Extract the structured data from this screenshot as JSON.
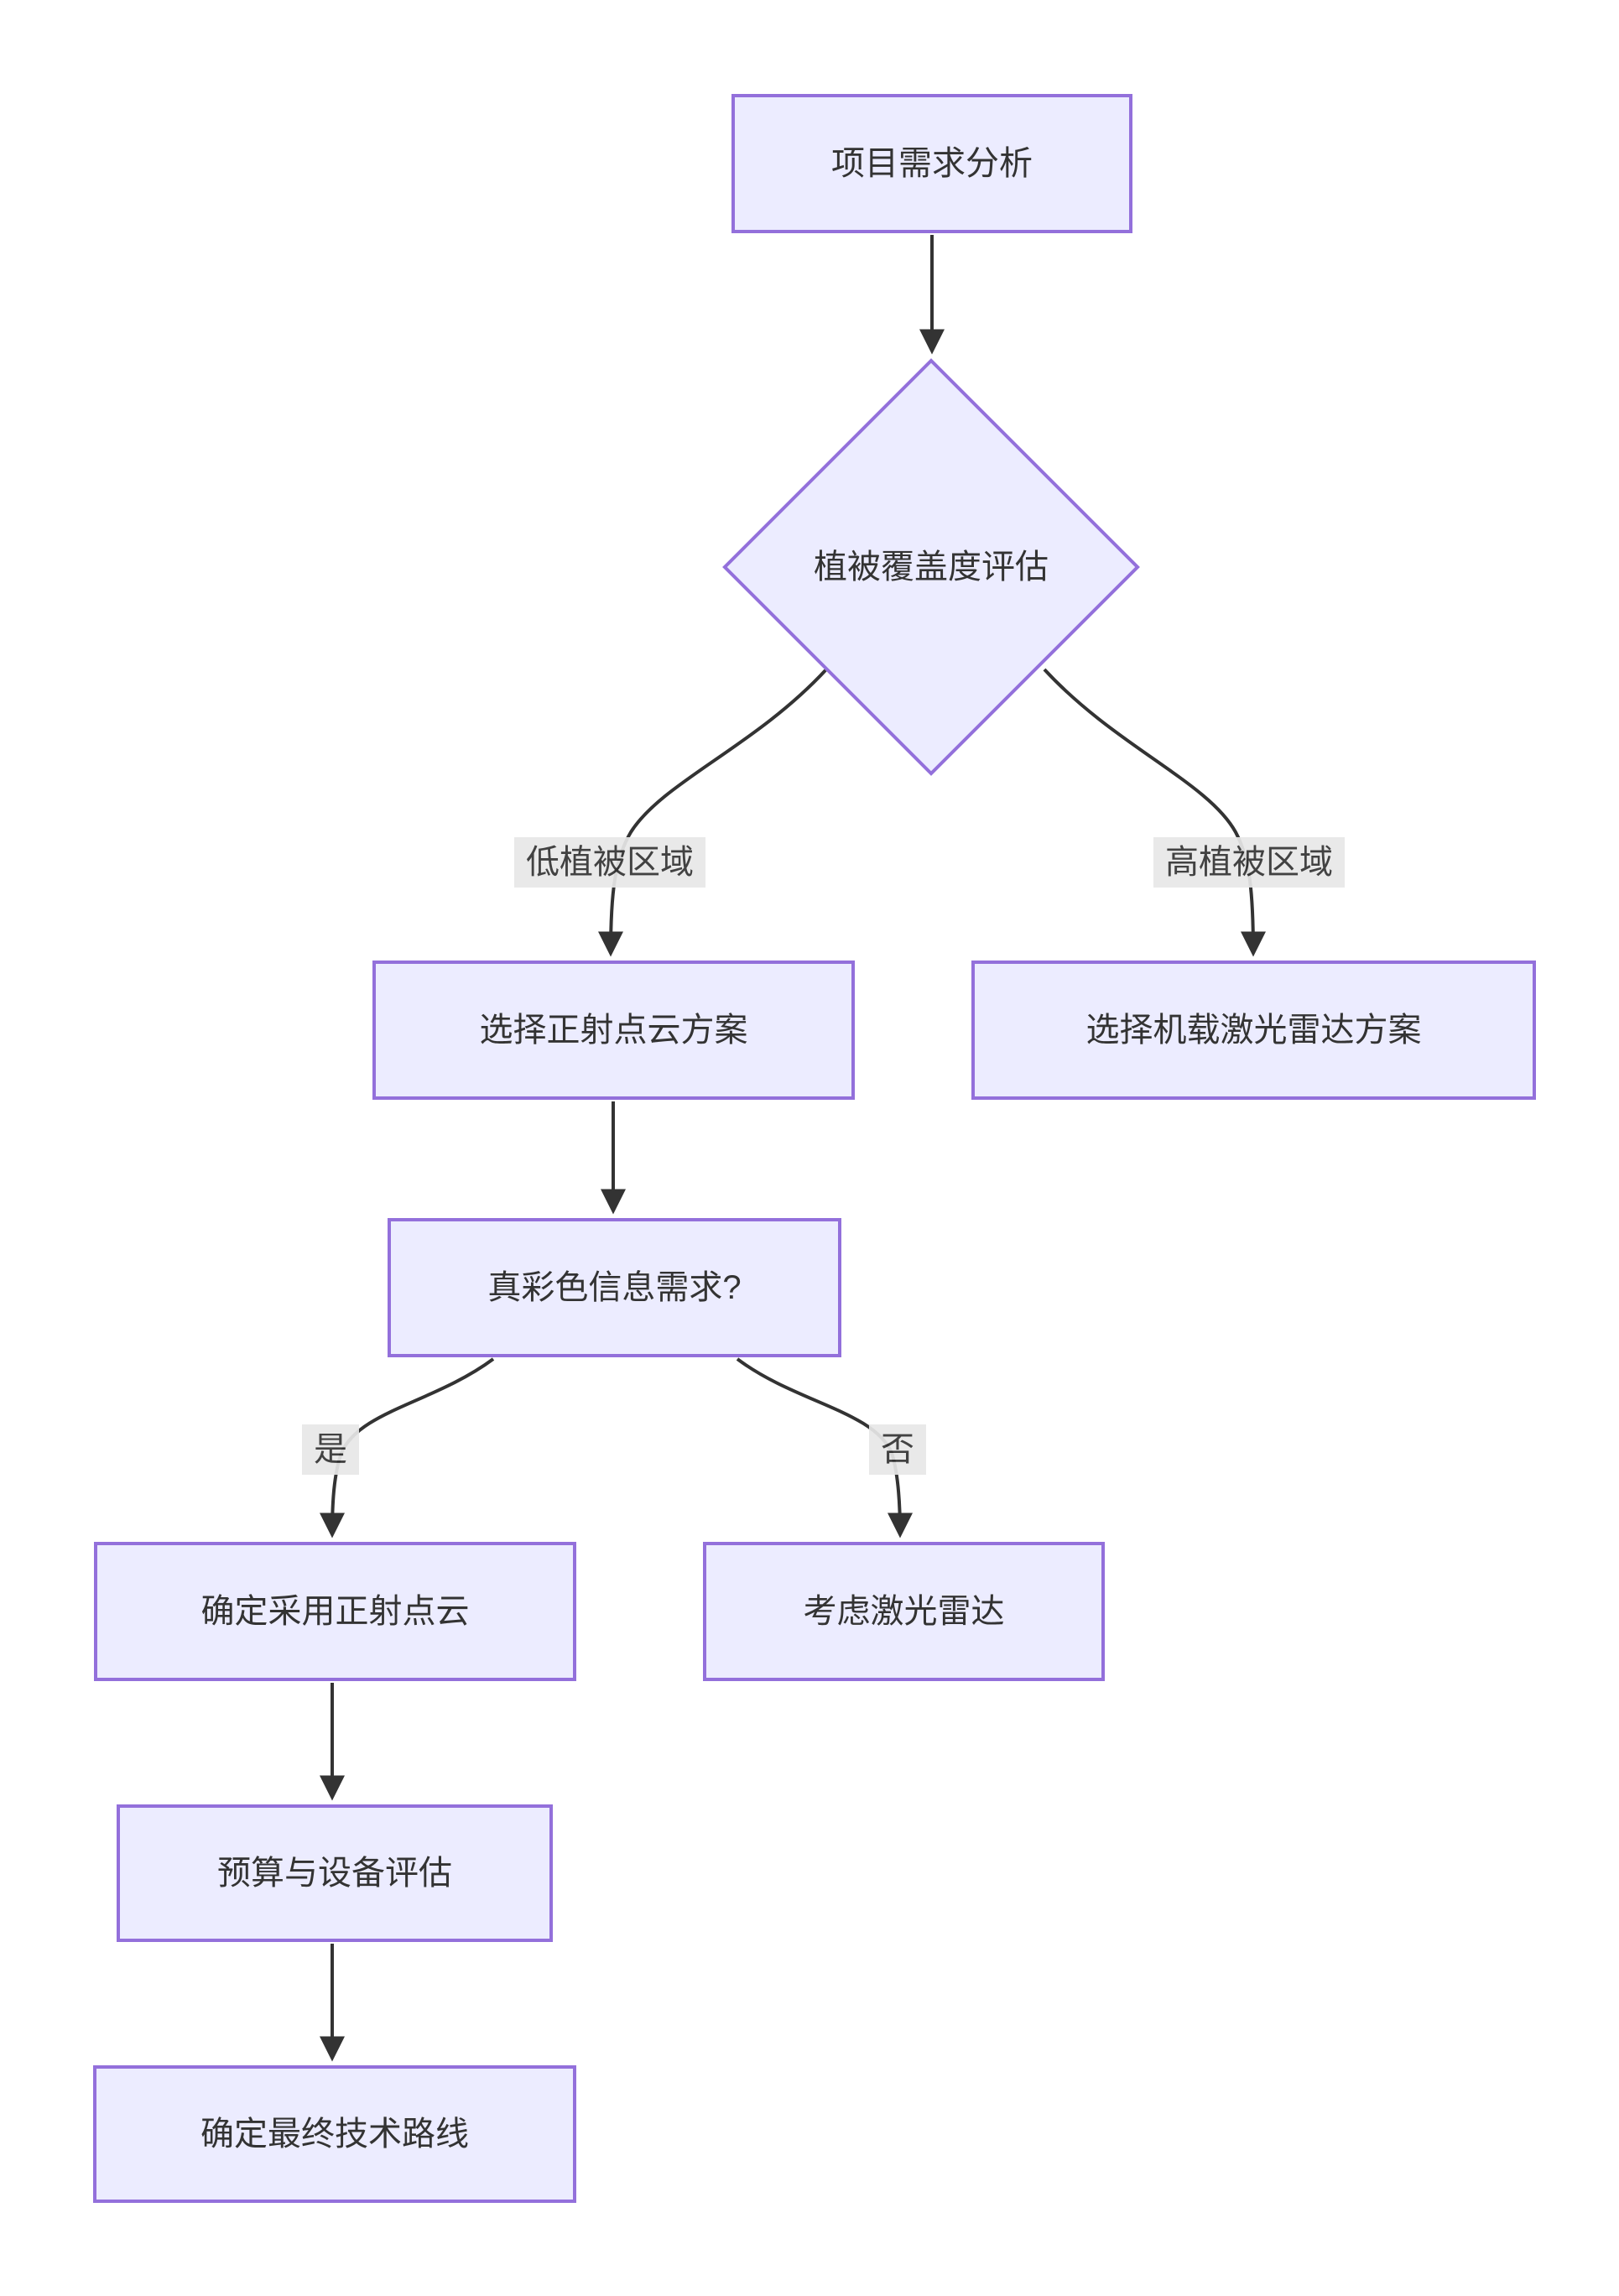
{
  "theme": {
    "page_bg": "#FFFFFF",
    "node_fill": "#ECECFF",
    "node_border": "#9370DB",
    "node_text": "#333333",
    "edge_color": "#333333",
    "edge_label_bg": "#E8E8E8",
    "edge_label_text": "#333333"
  },
  "nodes": {
    "project_requirements": {
      "label": "项目需求分析",
      "shape": "rectangle"
    },
    "vegetation_coverage_assessment": {
      "label": "植被覆盖度评估",
      "shape": "diamond"
    },
    "ortho_pointcloud_plan": {
      "label": "选择正射点云方案",
      "shape": "rectangle"
    },
    "airborne_lidar_plan": {
      "label": "选择机载激光雷达方案",
      "shape": "rectangle"
    },
    "true_color_need": {
      "label": "真彩色信息需求?",
      "shape": "rectangle"
    },
    "adopt_ortho_pointcloud": {
      "label": "确定采用正射点云",
      "shape": "rectangle"
    },
    "consider_lidar": {
      "label": "考虑激光雷达",
      "shape": "rectangle"
    },
    "budget_equipment_assessment": {
      "label": "预算与设备评估",
      "shape": "rectangle"
    },
    "final_technical_route": {
      "label": "确定最终技术路线",
      "shape": "rectangle"
    }
  },
  "edges": [
    {
      "from": "project_requirements",
      "to": "vegetation_coverage_assessment",
      "label": ""
    },
    {
      "from": "vegetation_coverage_assessment",
      "to": "ortho_pointcloud_plan",
      "label": "低植被区域"
    },
    {
      "from": "vegetation_coverage_assessment",
      "to": "airborne_lidar_plan",
      "label": "高植被区域"
    },
    {
      "from": "ortho_pointcloud_plan",
      "to": "true_color_need",
      "label": ""
    },
    {
      "from": "true_color_need",
      "to": "adopt_ortho_pointcloud",
      "label": "是"
    },
    {
      "from": "true_color_need",
      "to": "consider_lidar",
      "label": "否"
    },
    {
      "from": "adopt_ortho_pointcloud",
      "to": "budget_equipment_assessment",
      "label": ""
    },
    {
      "from": "budget_equipment_assessment",
      "to": "final_technical_route",
      "label": ""
    }
  ]
}
